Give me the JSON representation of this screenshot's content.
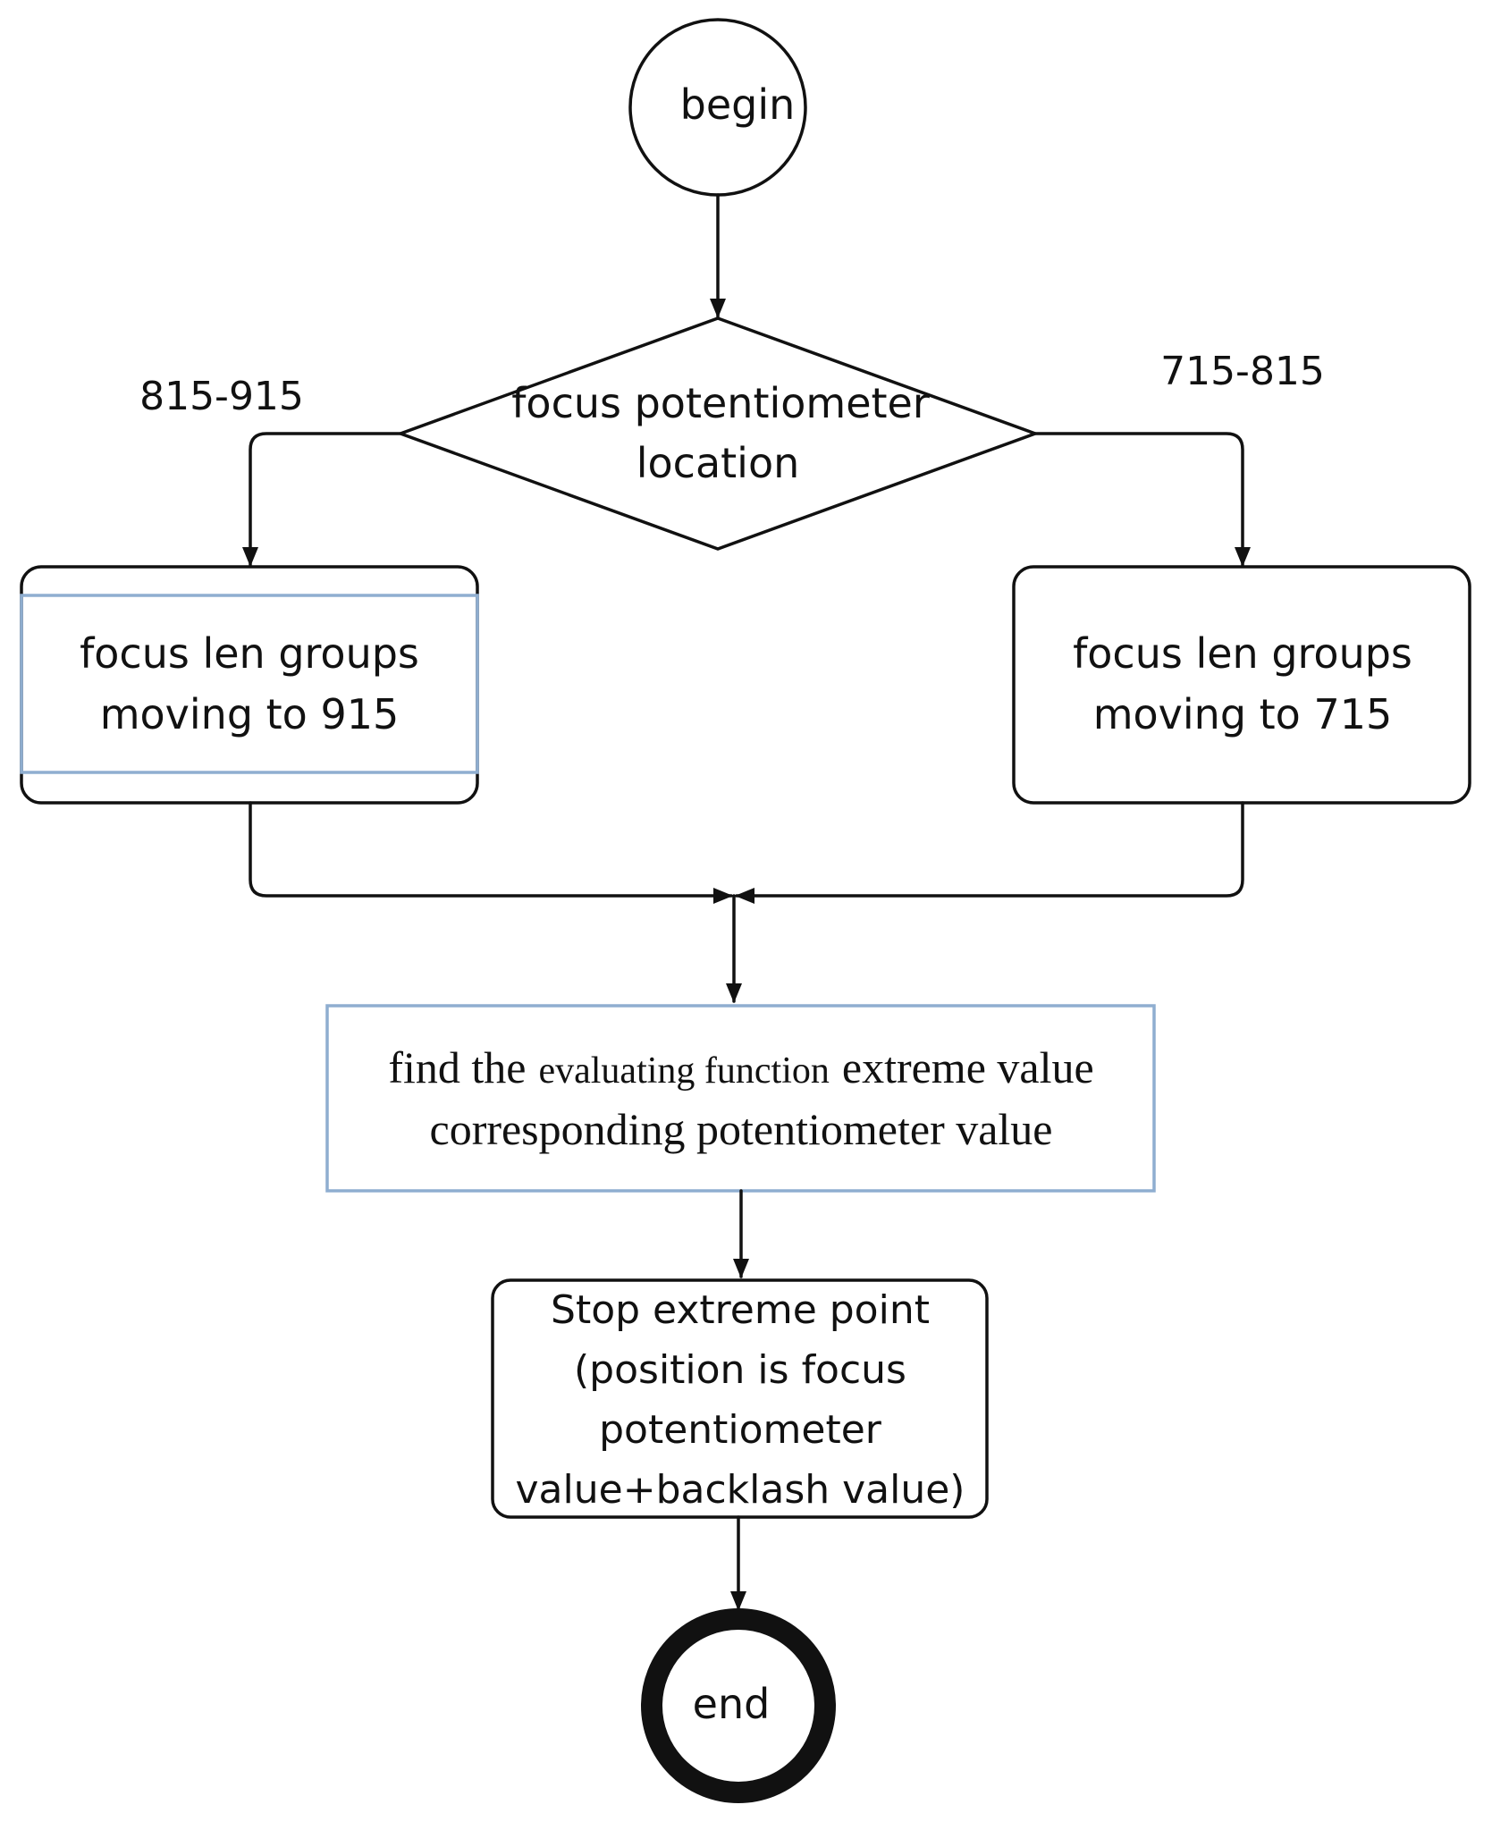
{
  "colors": {
    "stroke": "#111111",
    "highlight_stroke": "#8faed0",
    "background": "#ffffff"
  },
  "nodes": {
    "begin": {
      "label": "begin"
    },
    "decision": {
      "line1": "focus potentiometer",
      "line2": "location"
    },
    "left_process": {
      "line1": "focus len groups",
      "line2": "moving to 915"
    },
    "right_process": {
      "line1": "focus len groups",
      "line2": "moving to 715"
    },
    "find": {
      "line1_a": "find the",
      "line1_b": "evaluating function",
      "line1_c": "extreme value",
      "line2": "corresponding potentiometer value"
    },
    "stop": {
      "line1": "Stop extreme point",
      "line2": "(position is focus",
      "line3": "potentiometer",
      "line4": "value+backlash value)"
    },
    "end": {
      "label": "end"
    }
  },
  "edges": {
    "left_label": "815-915",
    "right_label": "715-815"
  }
}
